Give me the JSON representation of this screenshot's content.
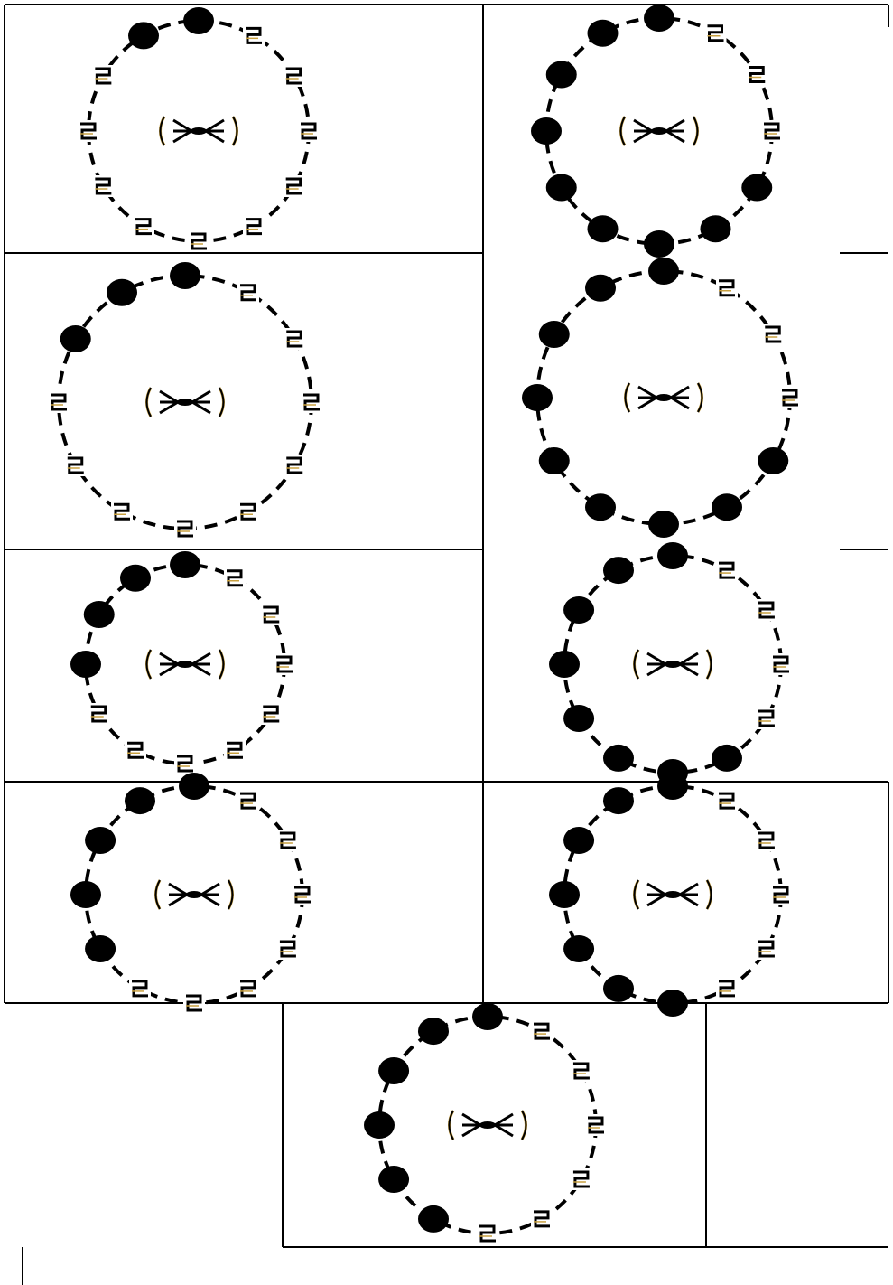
{
  "bead_colors": {
    "filled": "#000000",
    "open_outline": "#000000",
    "open_fill": "#ffffff",
    "accent": "#c8a040"
  },
  "panels": [
    {
      "id": "p1",
      "pattern": [
        "open",
        "open",
        "open",
        "open",
        "open",
        "open",
        "open",
        "open",
        "open",
        "open",
        "filled",
        "filled"
      ],
      "center_icon": "bow-tie-icon"
    },
    {
      "id": "p2",
      "pattern": [
        "open",
        "open",
        "open",
        "filled",
        "filled",
        "filled",
        "filled",
        "filled",
        "filled",
        "filled",
        "filled",
        "filled"
      ],
      "center_icon": "bow-tie-icon"
    },
    {
      "id": "p3",
      "pattern": [
        "open",
        "open",
        "open",
        "open",
        "open",
        "open",
        "open",
        "open",
        "open",
        "filled",
        "filled",
        "filled"
      ],
      "center_icon": "bow-tie-icon"
    },
    {
      "id": "p4",
      "pattern": [
        "open",
        "open",
        "open",
        "filled",
        "filled",
        "filled",
        "filled",
        "filled",
        "filled",
        "filled",
        "filled",
        "filled"
      ],
      "center_icon": "bow-tie-icon"
    },
    {
      "id": "p5",
      "pattern": [
        "open",
        "open",
        "open",
        "open",
        "open",
        "open",
        "open",
        "open",
        "filled",
        "filled",
        "filled",
        "filled"
      ],
      "center_icon": "bow-tie-icon"
    },
    {
      "id": "p6",
      "pattern": [
        "open",
        "open",
        "open",
        "open",
        "filled",
        "filled",
        "filled",
        "filled",
        "filled",
        "filled",
        "filled",
        "filled"
      ],
      "center_icon": "bow-tie-icon"
    },
    {
      "id": "p7",
      "pattern": [
        "open",
        "open",
        "open",
        "open",
        "open",
        "open",
        "open",
        "filled",
        "filled",
        "filled",
        "filled",
        "filled"
      ],
      "center_icon": "bow-tie-icon"
    },
    {
      "id": "p8",
      "pattern": [
        "open",
        "open",
        "open",
        "open",
        "open",
        "filled",
        "filled",
        "filled",
        "filled",
        "filled",
        "filled",
        "filled"
      ],
      "center_icon": "bow-tie-icon"
    },
    {
      "id": "p9",
      "pattern": [
        "open",
        "open",
        "open",
        "open",
        "open",
        "open",
        "filled",
        "filled",
        "filled",
        "filled",
        "filled",
        "filled"
      ],
      "center_icon": "bow-tie-icon"
    }
  ]
}
